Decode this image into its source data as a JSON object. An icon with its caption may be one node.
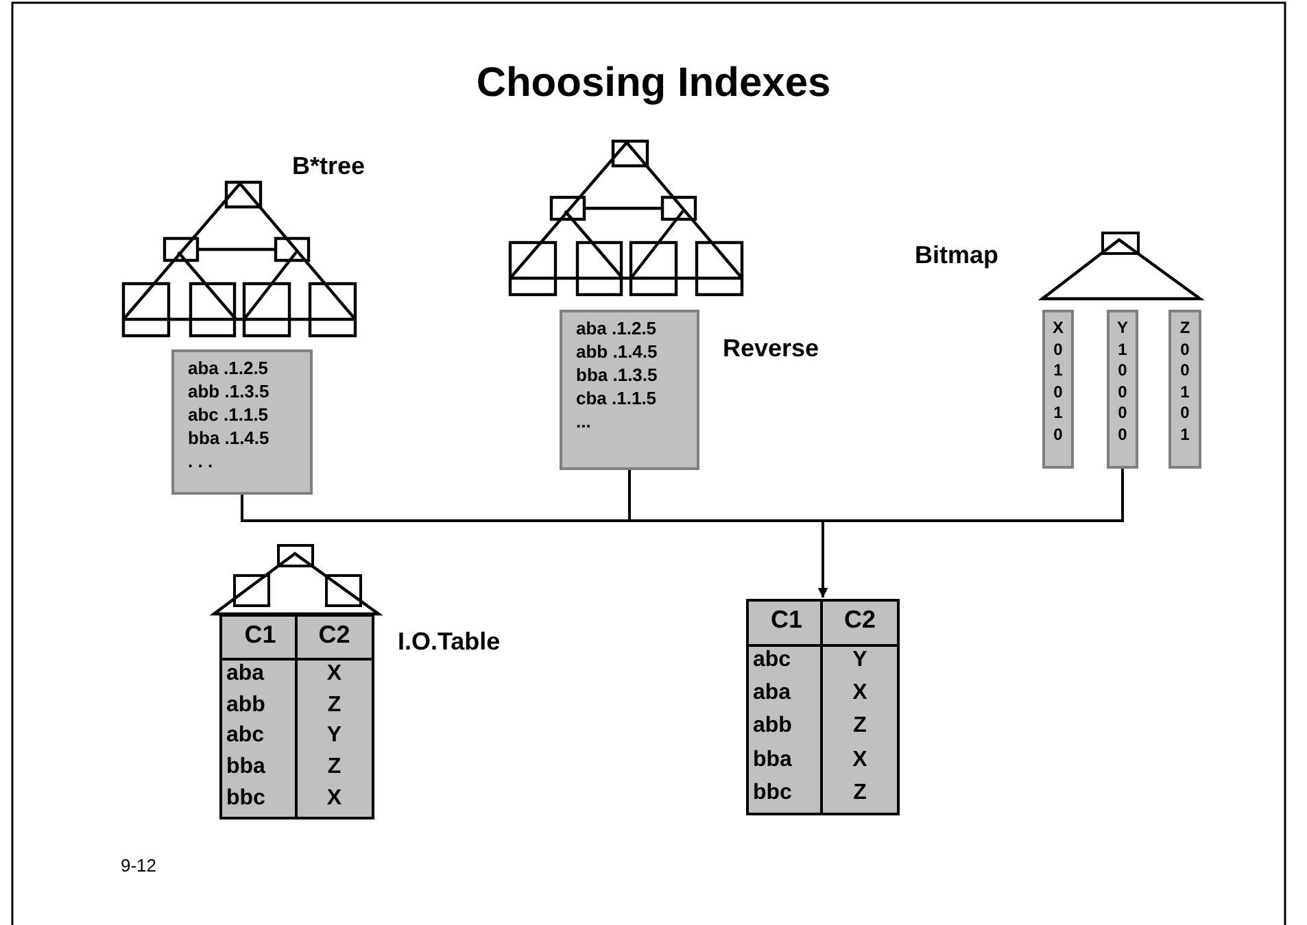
{
  "diagram": {
    "title": "Choosing Indexes",
    "nodes": [
      {
        "text": [
          "aba .1.2.5",
          "abb .1.3.5",
          "abc .1.1.5",
          "bba .1.4.5",
          ". . ."
        ]
      },
      {
        "text": [
          "aba .1.2.5",
          "abb .1.4.5",
          "bba .1.3.5",
          "cba .1.1.5",
          "..."
        ]
      },
      {
        "text": [
          "X",
          "0",
          "1",
          "0",
          "1",
          "0"
        ]
      },
      {
        "text": [
          "Y",
          "1",
          "0",
          "0",
          "0",
          "0"
        ]
      },
      {
        "text": [
          "Z",
          "0",
          "0",
          "1",
          "0",
          "1"
        ]
      },
      {
        "text": [
          "C1",
          "C2",
          "aba",
          "X",
          "abb",
          "Z",
          "abc",
          "Y",
          "bba",
          "Z",
          "bbc",
          "X"
        ]
      },
      {
        "text": [
          "C1",
          "C2",
          "abc",
          "Y",
          "aba",
          "X",
          "abb",
          "Z",
          "bba",
          "X",
          "bbc",
          "Z"
        ]
      }
    ],
    "edges": [
      {
        "from": 0,
        "to": 6,
        "arrow": "to"
      },
      {
        "from": 1,
        "to": 6,
        "arrow": "to"
      },
      {
        "from": 3,
        "to": 6,
        "arrow": "to"
      }
    ],
    "labels": [
      "B*tree",
      "Reverse",
      "Bitmap",
      "I.O.Table",
      "9-12"
    ]
  }
}
